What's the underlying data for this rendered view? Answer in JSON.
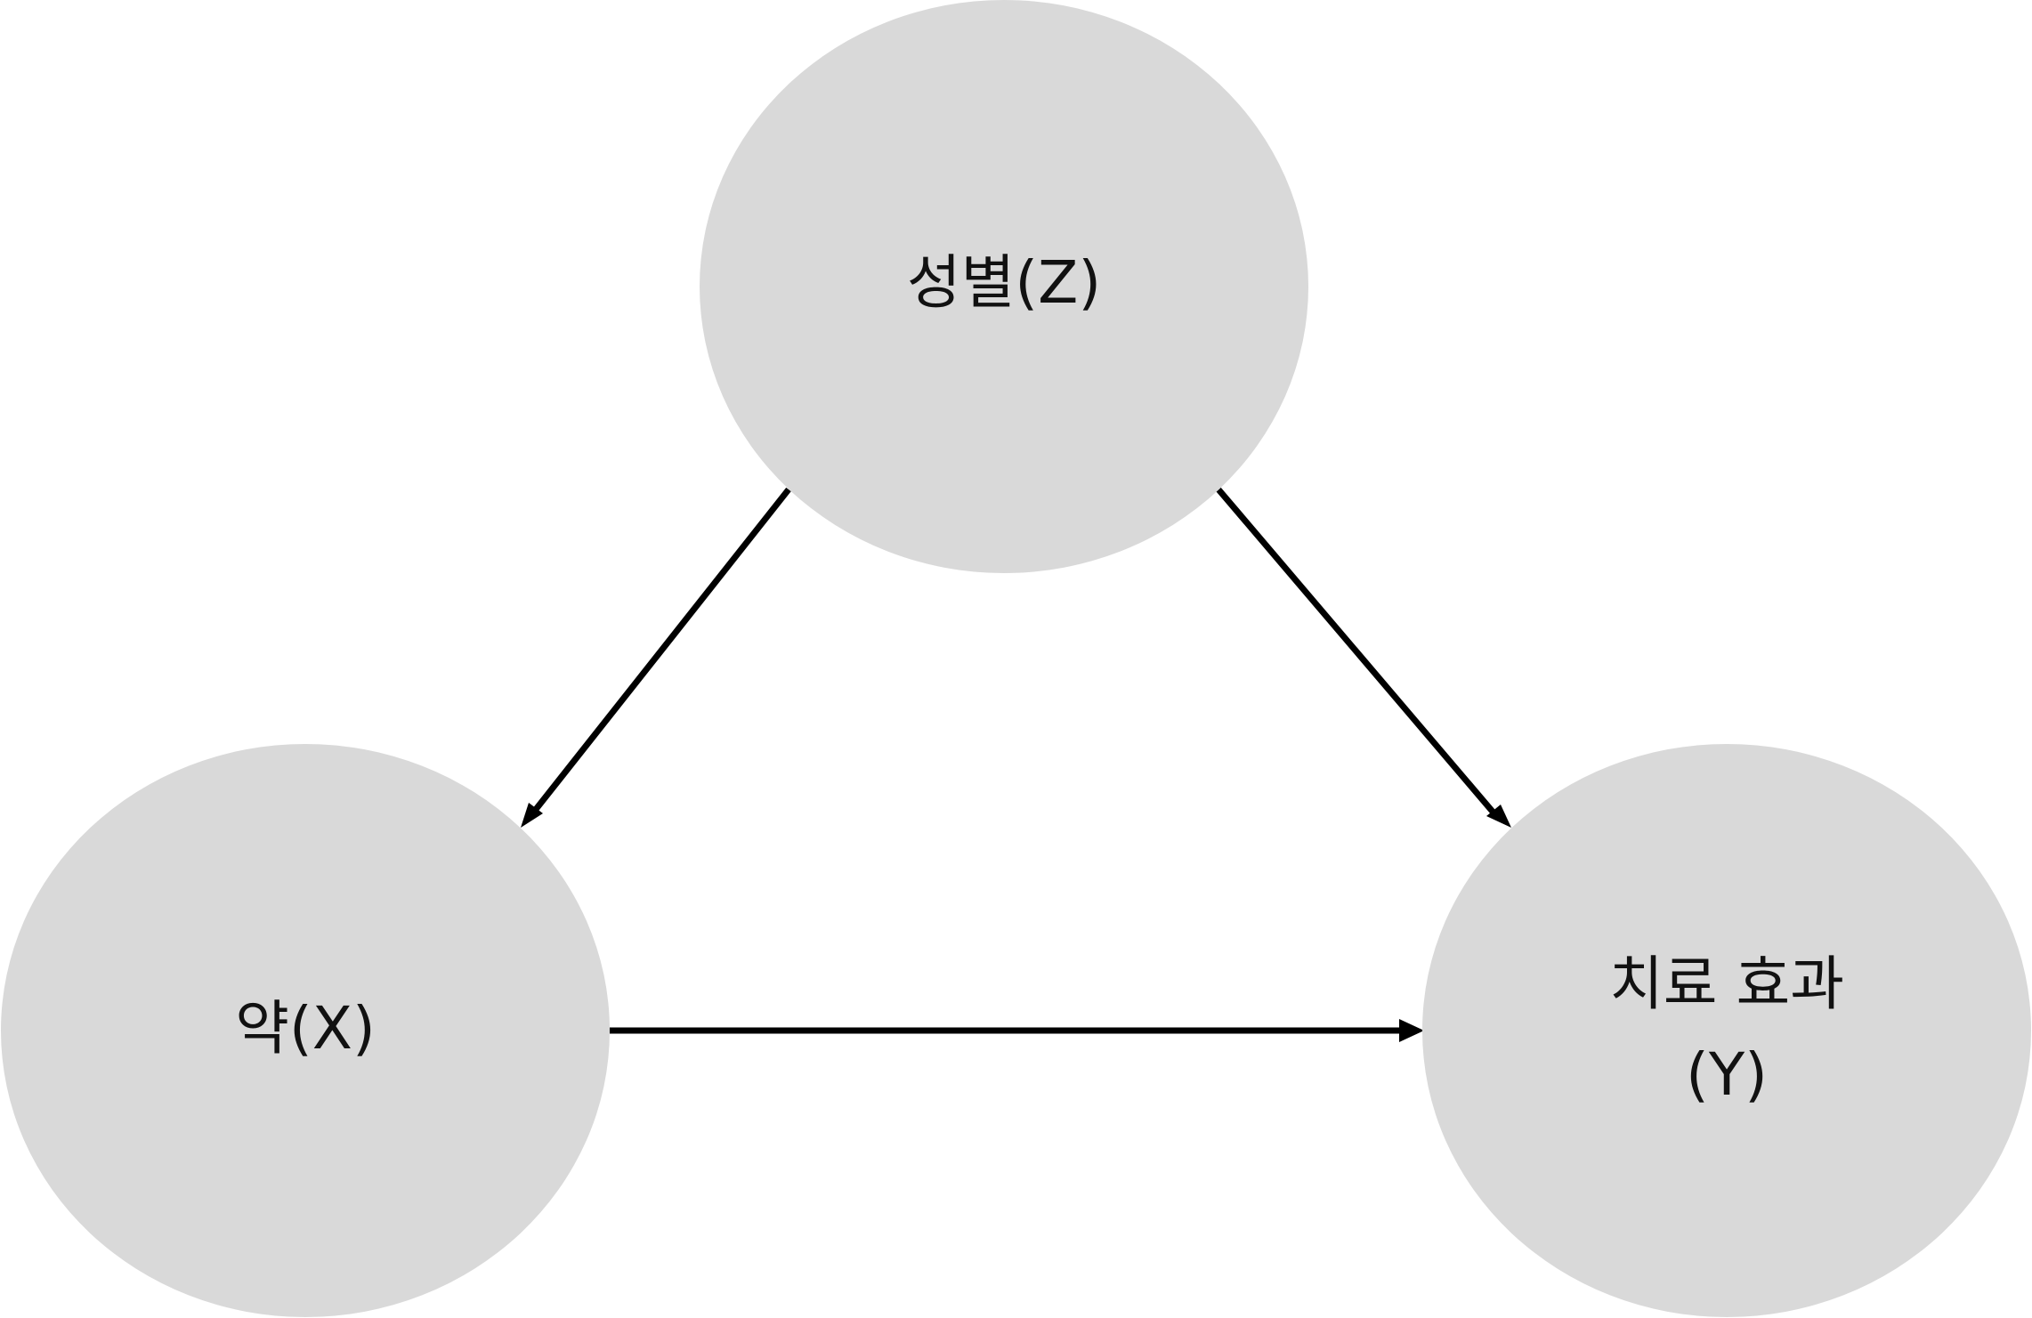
{
  "diagram": {
    "nodes": [
      {
        "id": "Z",
        "lines": [
          "성별(Z)"
        ]
      },
      {
        "id": "X",
        "lines": [
          "약(X)"
        ]
      },
      {
        "id": "Y",
        "lines": [
          "치료 효과",
          "(Y)"
        ]
      }
    ],
    "edges": [
      {
        "from": "Z",
        "to": "X"
      },
      {
        "from": "Z",
        "to": "Y"
      },
      {
        "from": "X",
        "to": "Y"
      }
    ],
    "colors": {
      "node_fill": "#d9d9d9",
      "edge": "#000000",
      "text": "#111111"
    }
  }
}
